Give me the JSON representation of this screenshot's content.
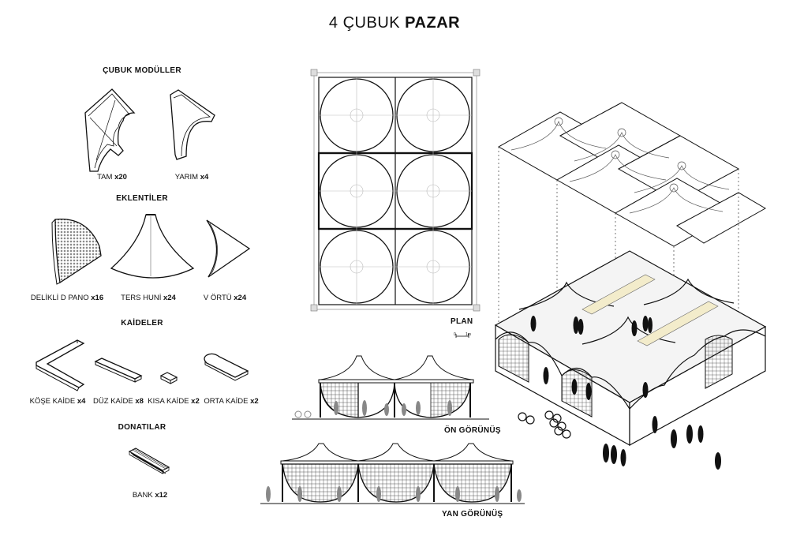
{
  "title": {
    "prefix": "4 ÇUBUK",
    "bold": "PAZAR"
  },
  "sections": {
    "moduller": "ÇUBUK MODÜLLER",
    "eklentiler": "EKLENTİLER",
    "kaideler": "KAİDELER",
    "donatilar": "DONATILAR"
  },
  "parts": {
    "tam": {
      "name": "TAM",
      "count": "x20"
    },
    "yarim": {
      "name": "YARIM",
      "count": "x4"
    },
    "delikli": {
      "name": "DELİKLİ D PANO",
      "count": "x16"
    },
    "huni": {
      "name": "TERS HUNİ",
      "count": "x24"
    },
    "vortu": {
      "name": "V ÖRTÜ",
      "count": "x24"
    },
    "kose": {
      "name": "KÖŞE KAİDE",
      "count": "x4"
    },
    "duz": {
      "name": "DÜZ KAİDE",
      "count": "x8"
    },
    "kisa": {
      "name": "KISA KAİDE",
      "count": "x2"
    },
    "orta": {
      "name": "ORTA KAİDE",
      "count": "x2"
    },
    "bank": {
      "name": "BANK",
      "count": "x12"
    }
  },
  "views": {
    "plan": "PLAN",
    "plan_scale_0": "0",
    "plan_scale_1": "1m",
    "on": "ÖN GÖRÜNÜŞ",
    "yan": "YAN GÖRÜNÜŞ"
  }
}
